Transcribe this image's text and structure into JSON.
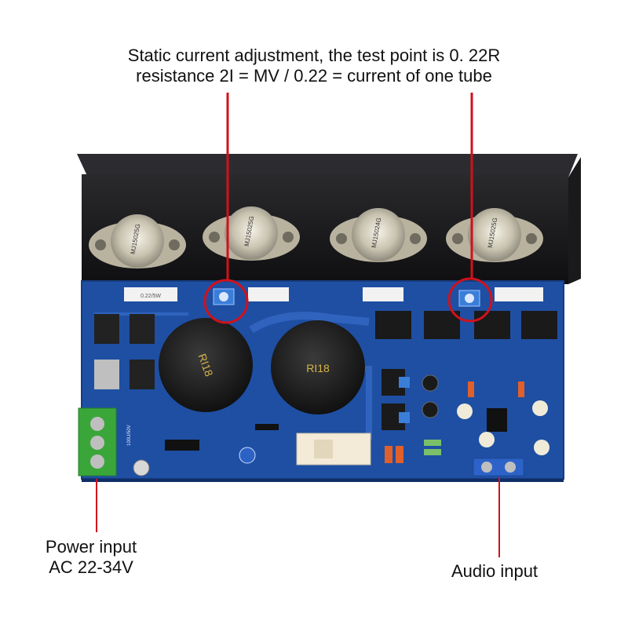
{
  "annotations": {
    "static_current_line1": "Static current adjustment, the test point is 0. 22R",
    "static_current_line2": "resistance 2I = MV / 0.22 = current of one tube",
    "power_line1": "Power input",
    "power_line2": "AC 22-34V",
    "audio": "Audio input"
  },
  "board_markings": {
    "capacitor_left": "RI18",
    "capacitor_right": "RI18",
    "transistor_1": "MJ15025G",
    "transistor_2": "MJ15025G",
    "transistor_3": "MJ15024G",
    "transistor_4": "MJ15025G",
    "resistor_label": "0.22/5W",
    "cap_rating": "100U/50V"
  },
  "colors": {
    "pcb": "#1e4fa3",
    "heatsink": "#1b1b1d",
    "callout_line": "#d0121b",
    "terminal_green": "#3aa63a",
    "terminal_blue": "#2d63c8"
  }
}
